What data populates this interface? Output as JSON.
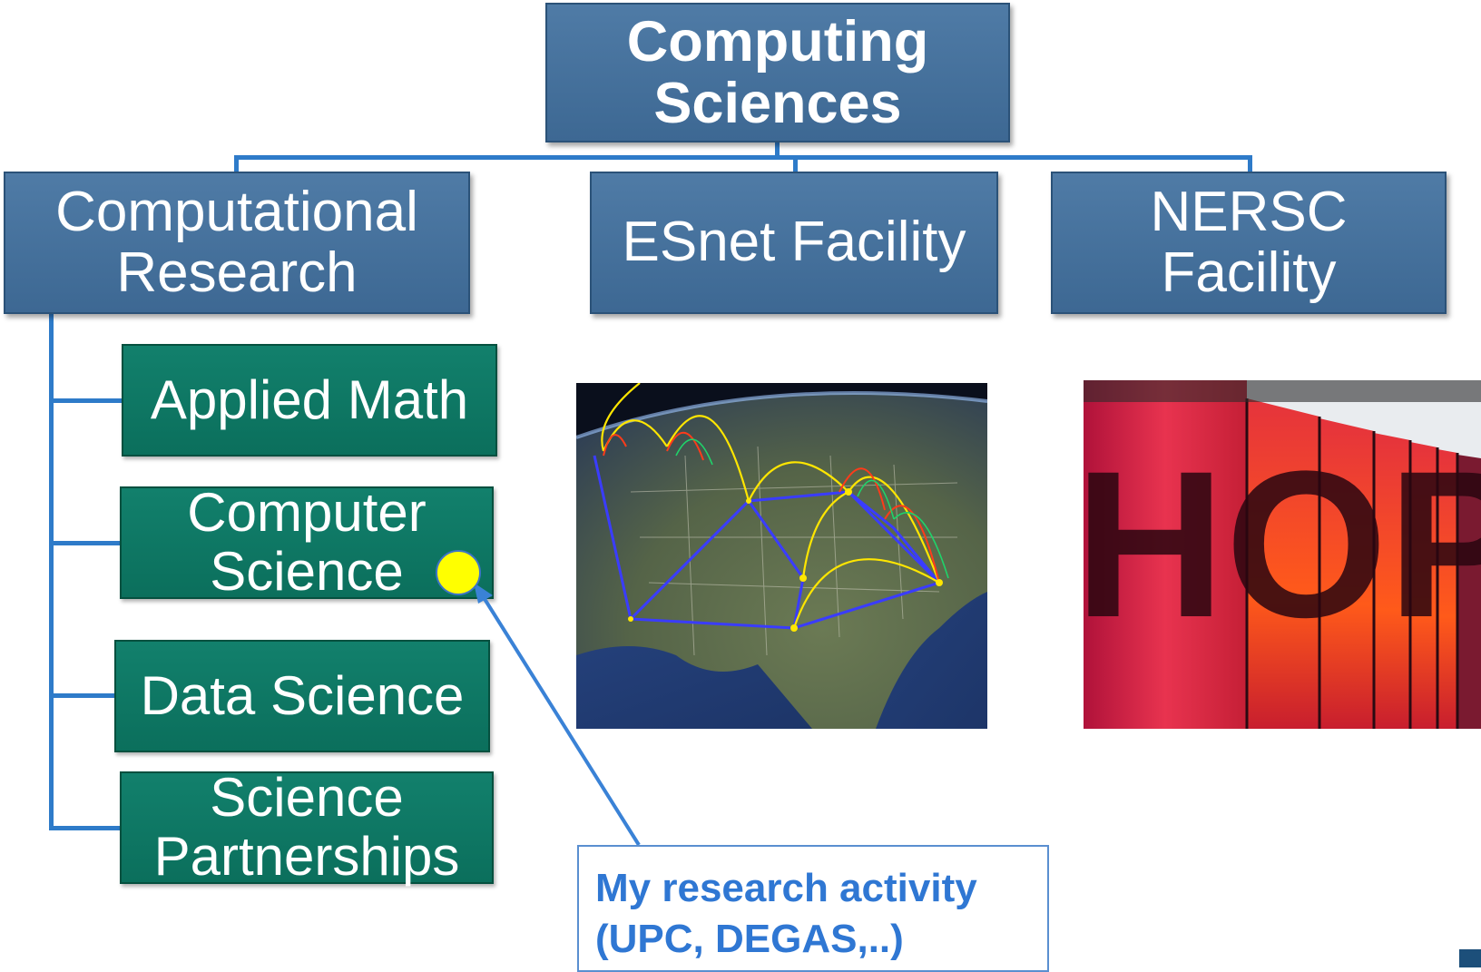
{
  "root": {
    "label_line1": "Computing",
    "label_line2": "Sciences"
  },
  "divisions": {
    "computational_research": {
      "line1": "Computational",
      "line2": "Research"
    },
    "esnet": {
      "label": "ESnet Facility"
    },
    "nersc": {
      "line1": "NERSC",
      "line2": "Facility"
    }
  },
  "departments": {
    "applied_math": "Applied Math",
    "computer_science": {
      "line1": "Computer",
      "line2": "Science"
    },
    "data_science": "Data Science",
    "science_partnerships": {
      "line1": "Science",
      "line2": "Partnerships"
    }
  },
  "callout": {
    "line1": "My research activity",
    "line2": "(UPC, DEGAS,..)"
  },
  "photo_text": {
    "hopper_letters": "HOPPER"
  },
  "colors": {
    "division_blue": "#4a76a1",
    "department_green": "#0e7563",
    "connector_blue": "#2e7bc9",
    "callout_text": "#2f77d3",
    "marker_yellow": "#ffff00"
  }
}
